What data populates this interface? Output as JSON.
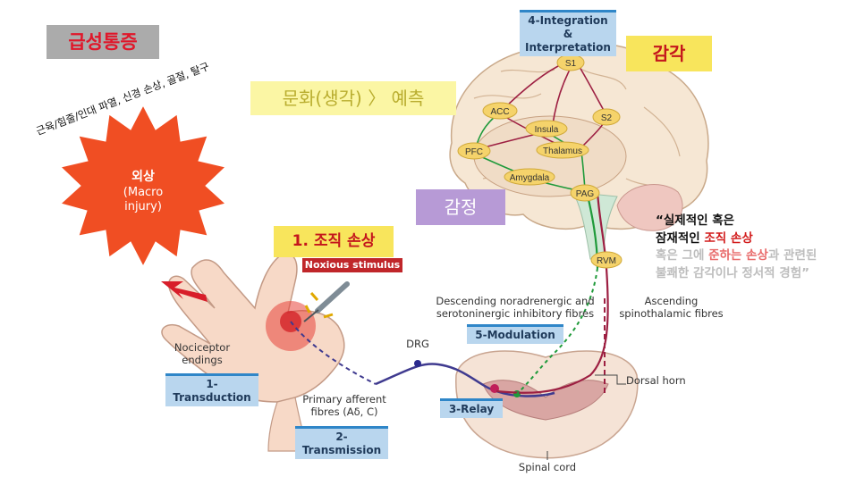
{
  "title": "급성통증",
  "trauma": {
    "causes": "근육/힘줄/인대 파열, 신경 손상, 골절, 탈구",
    "title": "외상",
    "sub1": "(Macro",
    "sub2": "injury)"
  },
  "tissue": {
    "title": "1. 조직 손상",
    "stimulus": "Noxious stimulus"
  },
  "culture": "문화(생각) 〉 예측",
  "emotion": "감정",
  "sensation": "감각",
  "definition": {
    "line1": "“실제적인 혹은",
    "line2_pre": "잠재적인 ",
    "line2_hl": "조직 손상",
    "line3_pre": "혹은 그에 ",
    "line3_hl": "준하는 손상",
    "line3_post": "과 관련된",
    "line4": "불쾌한 감각이나 정서적 경험”"
  },
  "stages": {
    "integration1": "4-Integration &",
    "integration2": "Interpretation",
    "transduction": "1-Transduction",
    "transmission": "2-Transmission",
    "relay": "3-Relay",
    "modulation": "5-Modulation"
  },
  "labels": {
    "nociceptor1": "Nociceptor",
    "nociceptor2": "endings",
    "afferent1": "Primary afferent",
    "afferent2": "fibres (Aδ, C)",
    "drg": "DRG",
    "descending1": "Descending noradrenergic and",
    "descending2": "serotoninergic inhibitory fibres",
    "ascending1": "Ascending",
    "ascending2": "spinothalamic fibres",
    "dorsal_horn": "Dorsal horn",
    "spinal_cord": "Spinal cord"
  },
  "brain_nodes": {
    "s1": "S1",
    "s2": "S2",
    "acc": "ACC",
    "insula": "Insula",
    "thalamus": "Thalamus",
    "pfc": "PFC",
    "amygdala": "Amygdala",
    "pag": "PAG",
    "rvm": "RVM"
  },
  "colors": {
    "title_bg": "#ababab",
    "title_text": "#e0172a",
    "burst": "#f04e23",
    "yellow_box": "#f8e55c",
    "culture_bg": "#fbf6a4",
    "emotion_bg": "#b79ad6",
    "stimulus_bg": "#c0262a",
    "blue_label": "#b9d6ee",
    "green_path": "#1f9a3a",
    "red_path": "#9d1f42"
  }
}
